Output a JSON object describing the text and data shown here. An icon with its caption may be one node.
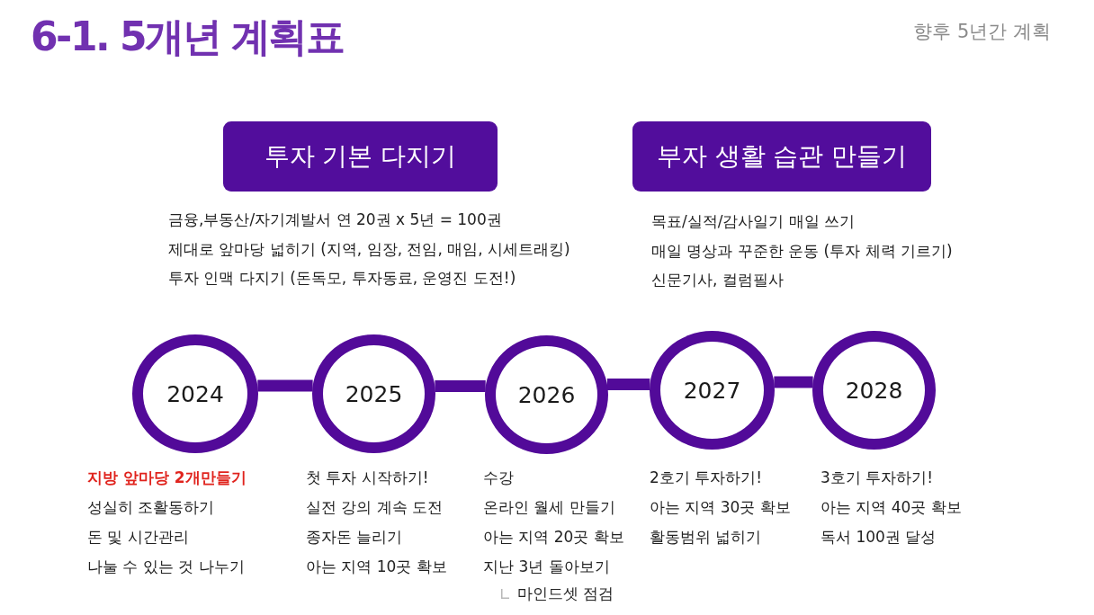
{
  "diagram": {
    "title": "6-1. 5개년 계획표",
    "nodes": [
      {
        "text": [
          "투자 기본 다지기"
        ],
        "beside": [
          "금융,부동산/자기계발서 연 20권 x 5년 = 100권",
          "제대로 앞마당 넓히기 (지역, 임장, 전임, 매임, 시세트래킹)",
          "투자 인맥 다지기 (돈독모, 투자동료, 운영진 도전!)"
        ]
      },
      {
        "text": [
          "부자 생활 습관 만들기"
        ],
        "beside": [
          "목표/실적/감사일기 매일 쓰기",
          "매일 명상과 꾸준한 운동 (투자 체력 기르기)",
          "신문기사, 컬럼필사"
        ]
      },
      {
        "text": [
          "2024"
        ],
        "beside": [
          "지방 앞마당 2개만들기",
          "성실히 조활동하기",
          "돈 및 시간관리",
          "나눌 수 있는 것 나누기"
        ]
      },
      {
        "text": [
          "2025"
        ],
        "beside": [
          "첫 투자 시작하기!",
          "실전 강의 계속 도전",
          "종자돈 늘리기",
          "아는 지역 10곳 확보"
        ]
      },
      {
        "text": [
          "2026"
        ],
        "beside": [
          "수강",
          "온라인 월세 만들기",
          "아는 지역 20곳 확보",
          "지난 3년 돌아보기",
          "마인드셋 점검"
        ]
      },
      {
        "text": [
          "2027"
        ],
        "beside": [
          "2호기 투자하기!",
          "아는 지역 30곳 확보",
          "활동범위 넓히기"
        ]
      },
      {
        "text": [
          "2028"
        ],
        "beside": [
          "3호기 투자하기!",
          "아는 지역 40곳 확보",
          "독서 100권 달성"
        ]
      }
    ],
    "edges": [
      {
        "from": 2,
        "to": 3,
        "arrow": "none"
      },
      {
        "from": 3,
        "to": 4,
        "arrow": "none"
      },
      {
        "from": 4,
        "to": 5,
        "arrow": "none"
      },
      {
        "from": 5,
        "to": 6,
        "arrow": "none"
      }
    ],
    "labels": [
      "향후 5년간 계획"
    ]
  }
}
